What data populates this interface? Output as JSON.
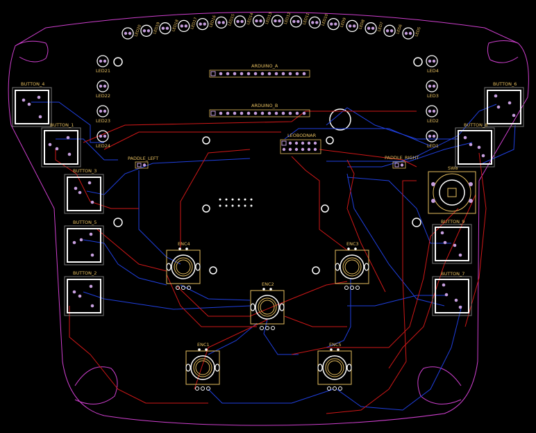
{
  "colors": {
    "background": "#000000",
    "outline": "#d040d0",
    "trace_top": "#d01818",
    "trace_bottom": "#2040e0",
    "silkscreen": "#ffffff",
    "label": "#e8c060",
    "pad": "#c8a0e0"
  },
  "labels": {
    "arduino_a": "ARDUINO_A",
    "arduino_b": "ARDUINO_B",
    "leo": "LEOBODNAR",
    "paddle_left": "PADDLE_LEFT",
    "paddle_right": "PADDLE_RIGHT",
    "sw8": "SW8"
  },
  "buttons": [
    {
      "id": "b4",
      "label": "BUTTON_4"
    },
    {
      "id": "b1",
      "label": "BUTTON_1"
    },
    {
      "id": "b3",
      "label": "BUTTON_3"
    },
    {
      "id": "b5",
      "label": "BUTTON_5"
    },
    {
      "id": "b2",
      "label": "BUTTON_2"
    },
    {
      "id": "b6",
      "label": "BUTTON_6"
    },
    {
      "id": "b8",
      "label": "BUTTON_8"
    },
    {
      "id": "b9",
      "label": "BUTTON_9"
    },
    {
      "id": "b7",
      "label": "BUTTON_7"
    }
  ],
  "encoders": [
    {
      "id": "e4",
      "label": "ENC4"
    },
    {
      "id": "e3",
      "label": "ENC3"
    },
    {
      "id": "e2",
      "label": "ENC2"
    },
    {
      "id": "e1",
      "label": "ENC1"
    },
    {
      "id": "e5",
      "label": "ENC5"
    }
  ],
  "leds_side": [
    {
      "id": "l21",
      "label": "LED21"
    },
    {
      "id": "l22",
      "label": "LED22"
    },
    {
      "id": "l23",
      "label": "LED23"
    },
    {
      "id": "l24",
      "label": "LED24"
    },
    {
      "id": "l4",
      "label": "LED4"
    },
    {
      "id": "l3",
      "label": "LED3"
    },
    {
      "id": "l2",
      "label": "LED2"
    },
    {
      "id": "l1",
      "label": "LED1"
    }
  ],
  "leds_top": [
    "LED20",
    "LED19",
    "LED18",
    "LED17",
    "LED16",
    "LED15",
    "LED14",
    "LED13",
    "LED12",
    "LED11",
    "LED10",
    "LED9",
    "LED8",
    "LED7",
    "LED6",
    "LED5"
  ]
}
